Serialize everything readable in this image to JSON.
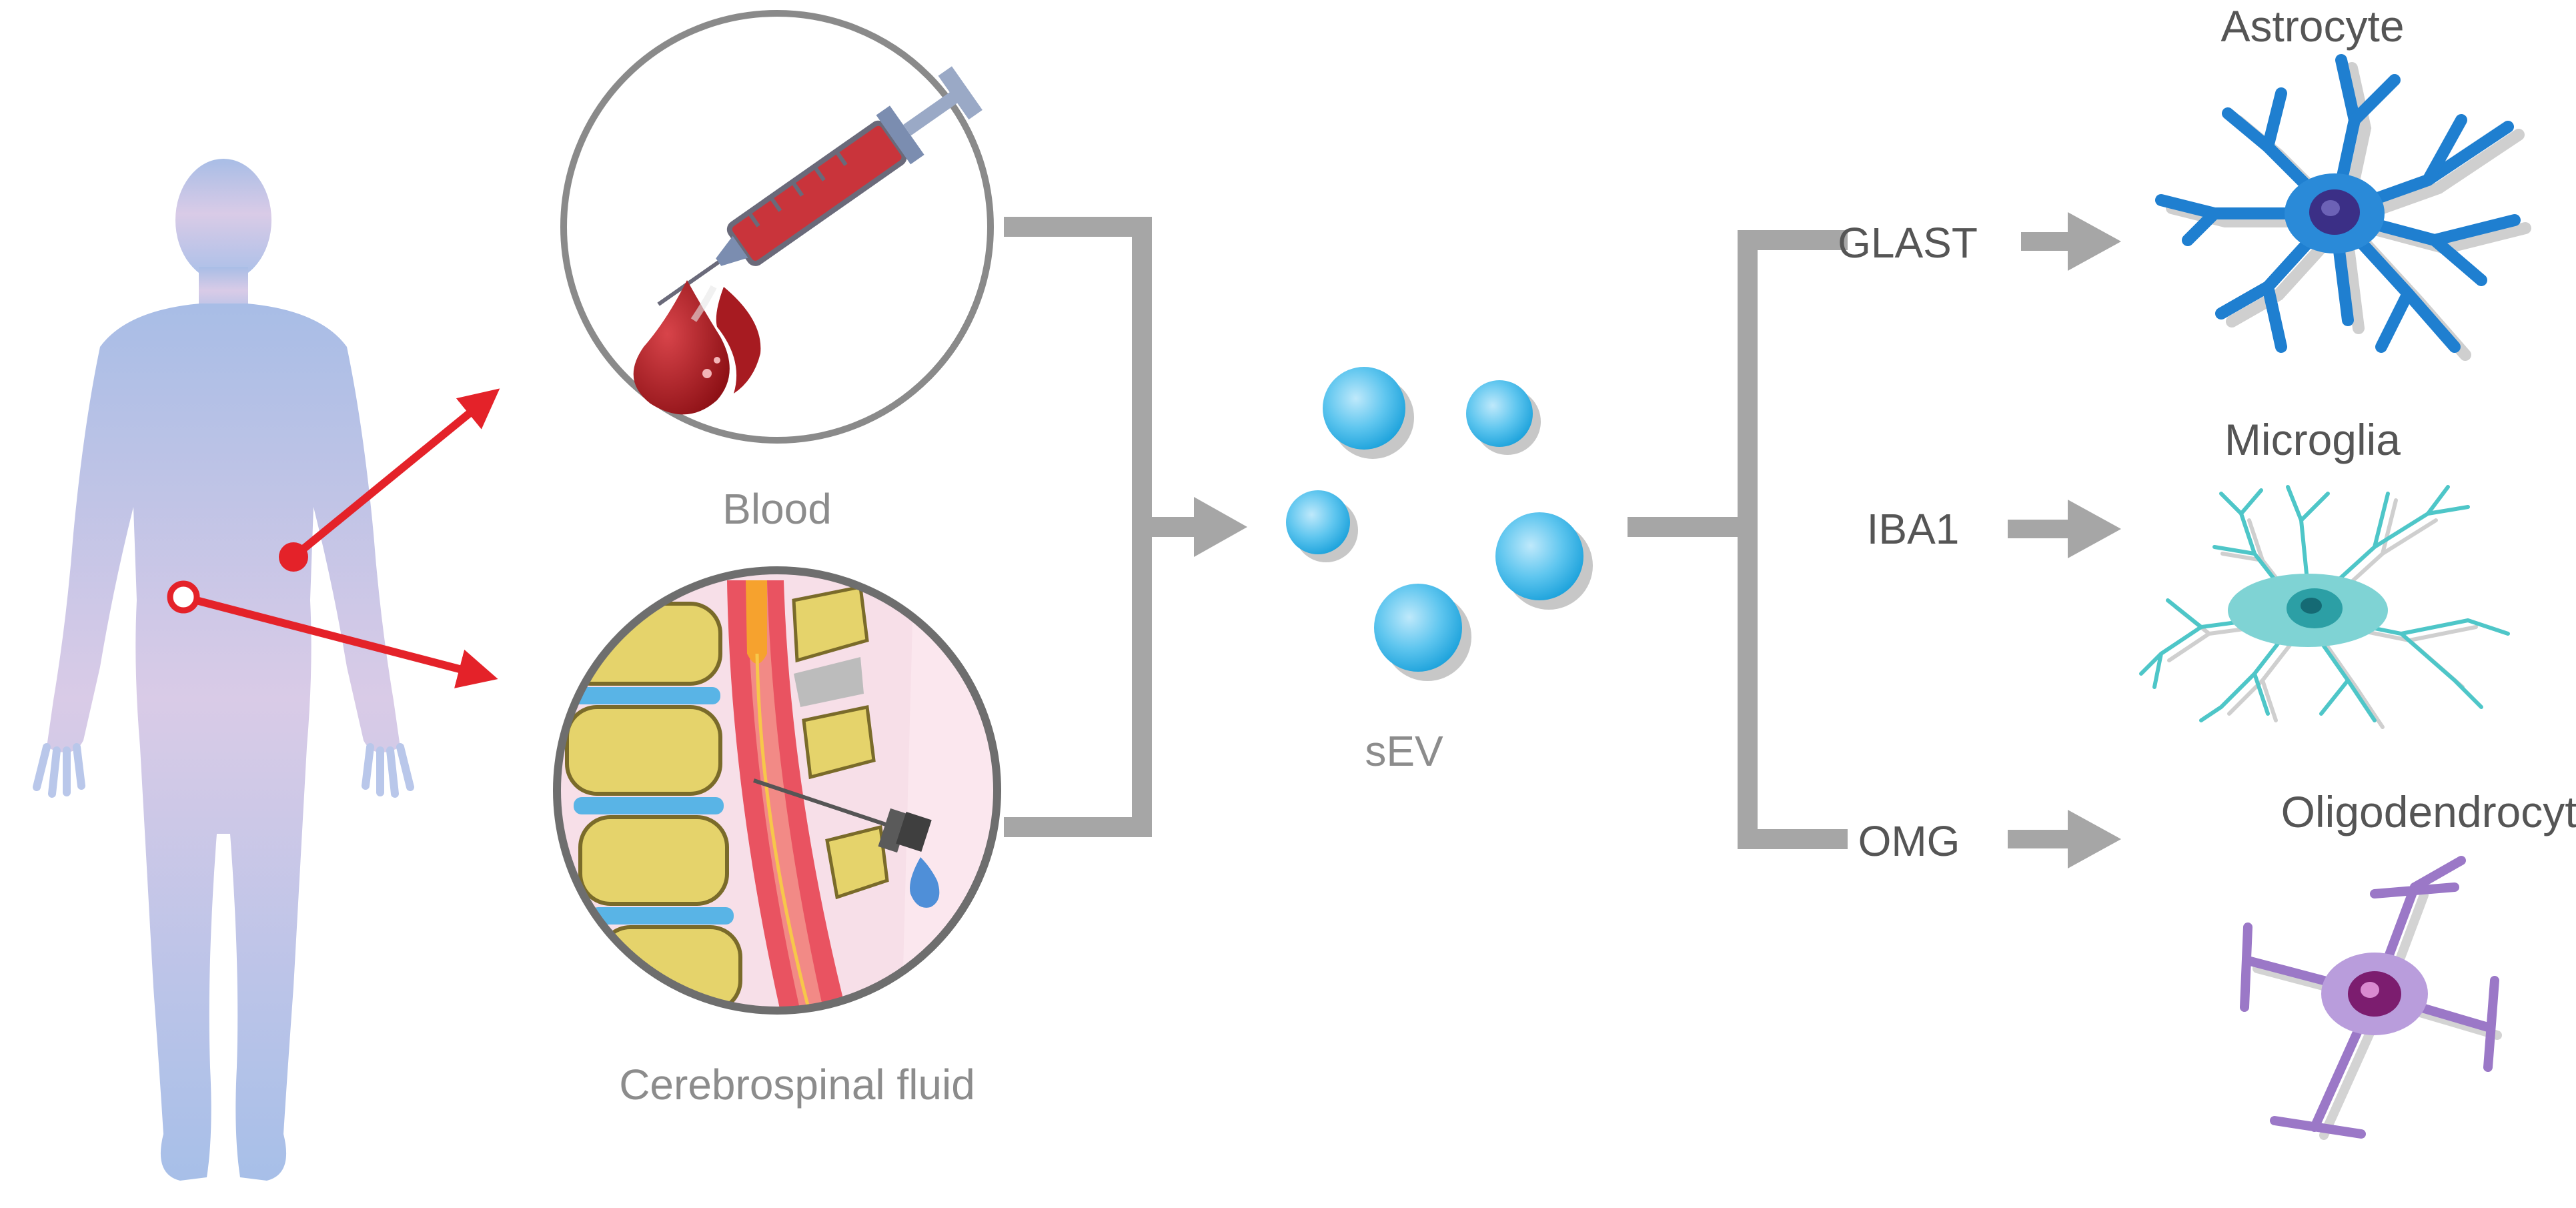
{
  "diagram": {
    "sources": {
      "blood_label": "Blood",
      "csf_label": "Cerebrospinal fluid"
    },
    "vesicles_label": "sEV",
    "markers": [
      {
        "name": "GLAST",
        "cell": "Astrocyte",
        "color": "#1f7fd0"
      },
      {
        "name": "IBA1",
        "cell": "Microglia",
        "color": "#4ec6c8"
      },
      {
        "name": "OMG",
        "cell": "Oligodendrocyte",
        "color": "#9b78c7"
      }
    ],
    "colors": {
      "arrow_red": "#e42229",
      "connector_gray": "#a6a6a6",
      "body_top": "#a9bfe6",
      "body_mid": "#d8cbe6",
      "vesicle": "#34b6e8",
      "circle_border": "#8a8a8a"
    },
    "icons": [
      "human-body-icon",
      "syringe-icon",
      "blood-drop-icon",
      "spine-icon",
      "vesicle-icon",
      "astrocyte-icon",
      "microglia-icon",
      "oligodendrocyte-icon"
    ]
  }
}
